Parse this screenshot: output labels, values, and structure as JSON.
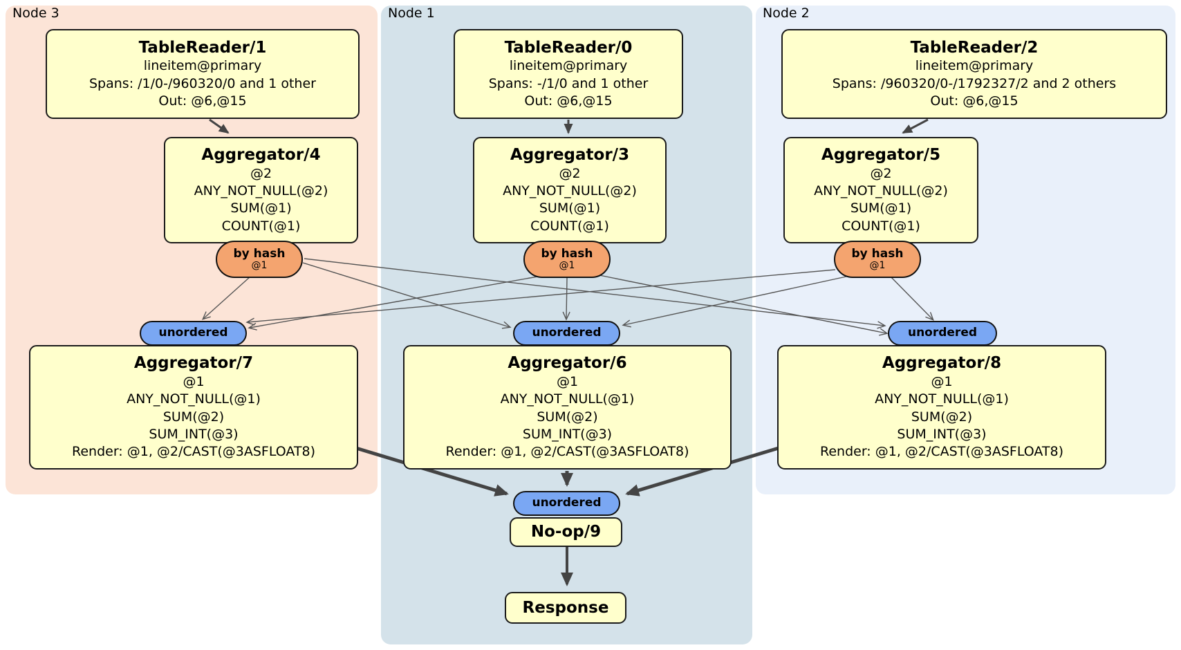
{
  "panels": {
    "node3": {
      "label": "Node 3",
      "color": "#fce4d7"
    },
    "node1": {
      "label": "Node 1",
      "color": "#d4e2ea"
    },
    "node2": {
      "label": "Node 2",
      "color": "#e9f0fa"
    }
  },
  "processors": {
    "tablereader1": {
      "title": "TableReader/1",
      "lines": [
        "lineitem@primary",
        "Spans: /1/0-/960320/0 and 1 other",
        "Out: @6,@15"
      ]
    },
    "tablereader0": {
      "title": "TableReader/0",
      "lines": [
        "lineitem@primary",
        "Spans: -/1/0 and 1 other",
        "Out: @6,@15"
      ]
    },
    "tablereader2": {
      "title": "TableReader/2",
      "lines": [
        "lineitem@primary",
        "Spans: /960320/0-/1792327/2 and 2 others",
        "Out: @6,@15"
      ]
    },
    "aggregator4": {
      "title": "Aggregator/4",
      "lines": [
        "@2",
        "ANY_NOT_NULL(@2)",
        "SUM(@1)",
        "COUNT(@1)"
      ]
    },
    "aggregator3": {
      "title": "Aggregator/3",
      "lines": [
        "@2",
        "ANY_NOT_NULL(@2)",
        "SUM(@1)",
        "COUNT(@1)"
      ]
    },
    "aggregator5": {
      "title": "Aggregator/5",
      "lines": [
        "@2",
        "ANY_NOT_NULL(@2)",
        "SUM(@1)",
        "COUNT(@1)"
      ]
    },
    "aggregator7": {
      "title": "Aggregator/7",
      "lines": [
        "@1",
        "ANY_NOT_NULL(@1)",
        "SUM(@2)",
        "SUM_INT(@3)",
        "Render: @1, @2/CAST(@3ASFLOAT8)"
      ]
    },
    "aggregator6": {
      "title": "Aggregator/6",
      "lines": [
        "@1",
        "ANY_NOT_NULL(@1)",
        "SUM(@2)",
        "SUM_INT(@3)",
        "Render: @1, @2/CAST(@3ASFLOAT8)"
      ]
    },
    "aggregator8": {
      "title": "Aggregator/8",
      "lines": [
        "@1",
        "ANY_NOT_NULL(@1)",
        "SUM(@2)",
        "SUM_INT(@3)",
        "Render: @1, @2/CAST(@3ASFLOAT8)"
      ]
    },
    "noop9": {
      "title": "No-op/9"
    },
    "response": {
      "title": "Response"
    }
  },
  "routers": {
    "by_hash": {
      "label": "by hash",
      "detail": "@1"
    },
    "unordered": {
      "label": "unordered"
    }
  },
  "colors": {
    "panel_node3": "#fce4d7",
    "panel_node1": "#d4e2ea",
    "panel_node2": "#e9f0fa",
    "processor_fill": "#ffffcc",
    "hash_router_fill": "#f4a46f",
    "unordered_router_fill": "#7aa7f3",
    "edge_thin": "#555555",
    "edge_thick": "#444444"
  }
}
